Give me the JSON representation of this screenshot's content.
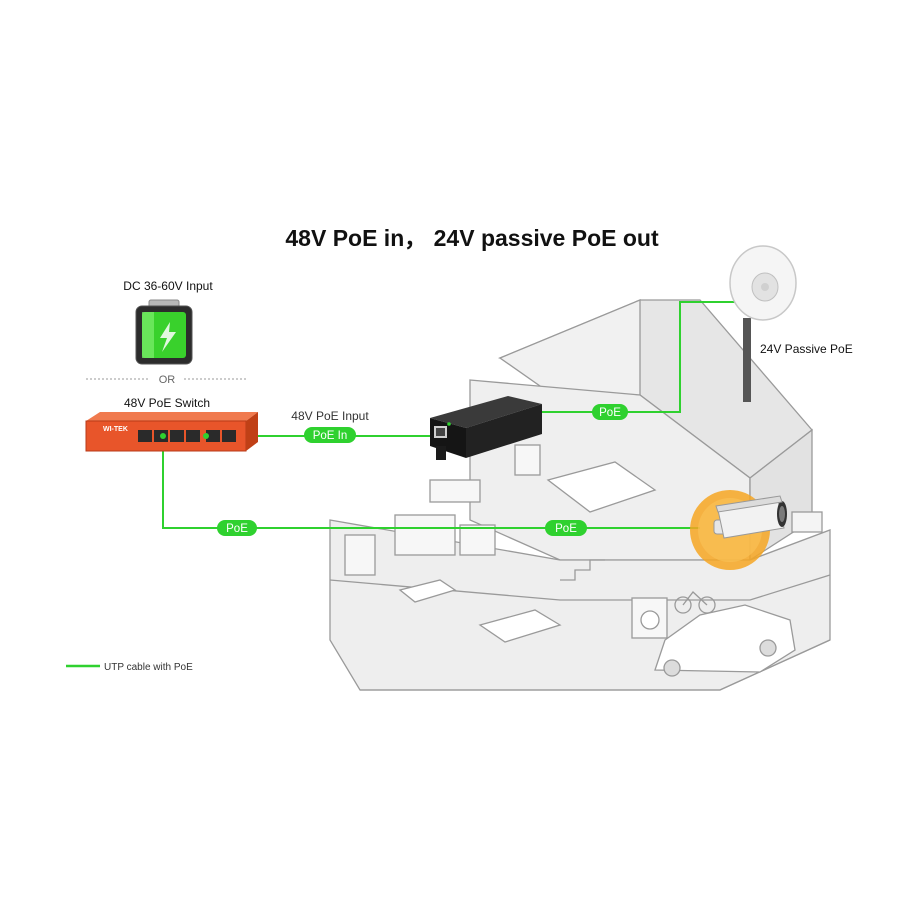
{
  "title": "48V  PoE in， 24V passive PoE out",
  "power_source": {
    "dc_label": "DC 36-60V Input",
    "or_label": "OR",
    "switch_label": "48V PoE Switch",
    "switch_brand": "WI-TEK"
  },
  "input_link": {
    "label": "48V PoE Input",
    "tag": "PoE In"
  },
  "output": {
    "label": "24V Passive PoE"
  },
  "link_tags": {
    "roof_link": "PoE",
    "lower_link_left": "PoE",
    "lower_link_right": "PoE"
  },
  "legend": {
    "label": "UTP cable with PoE"
  },
  "colors": {
    "poe_line": "#2fd12f",
    "tag_fill": "#2fd12f",
    "switch_body": "#e8552a",
    "injector_body": "#1b1b1b",
    "house_line": "#9a9a9a",
    "house_fill": "#ececec"
  },
  "icons": [
    "battery-icon",
    "poe-switch-icon",
    "poe-injector-icon",
    "wireless-bridge-icon",
    "cctv-camera-icon",
    "house-illustration"
  ]
}
